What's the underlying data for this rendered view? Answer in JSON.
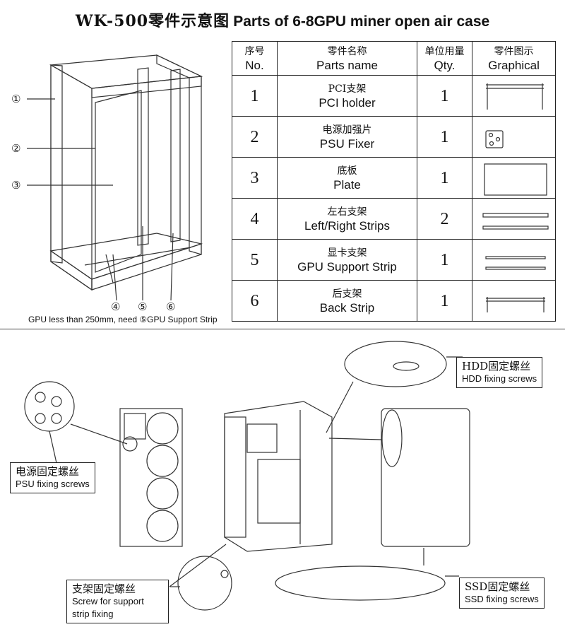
{
  "title": {
    "zh": "WK-500零件示意图",
    "en": "Parts of 6-8GPU miner open air case"
  },
  "table": {
    "headers": [
      {
        "zh": "序号",
        "en": "No."
      },
      {
        "zh": "零件名称",
        "en": "Parts name"
      },
      {
        "zh": "单位用量",
        "en": "Qty."
      },
      {
        "zh": "零件图示",
        "en": "Graphical"
      }
    ],
    "rows": [
      {
        "no": "1",
        "zh": "PCI支架",
        "en": "PCI holder",
        "qty": "1",
        "icon": "pci-holder-icon"
      },
      {
        "no": "2",
        "zh": "电源加强片",
        "en": "PSU Fixer",
        "qty": "1",
        "icon": "psu-fixer-icon"
      },
      {
        "no": "3",
        "zh": "底板",
        "en": "Plate",
        "qty": "1",
        "icon": "plate-icon"
      },
      {
        "no": "4",
        "zh": "左右支架",
        "en": "Left/Right Strips",
        "qty": "2",
        "icon": "strips-icon"
      },
      {
        "no": "5",
        "zh": "显卡支架",
        "en": "GPU Support Strip",
        "qty": "1",
        "icon": "gpu-strip-icon"
      },
      {
        "no": "6",
        "zh": "后支架",
        "en": "Back Strip",
        "qty": "1",
        "icon": "back-strip-icon"
      }
    ]
  },
  "diagram_labels": [
    "①",
    "②",
    "③",
    "④",
    "⑤",
    "⑥"
  ],
  "note": "GPU less than 250mm, need ⑤GPU Support Strip",
  "callouts": {
    "hdd": {
      "zh": "HDD固定螺丝",
      "en": "HDD fixing screws"
    },
    "psu": {
      "zh": "电源固定螺丝",
      "en": "PSU fixing screws"
    },
    "strip": {
      "zh": "支架固定螺丝",
      "en": "Screw for support strip fixing"
    },
    "ssd": {
      "zh": "SSD固定螺丝",
      "en": "SSD fixing screws"
    }
  }
}
